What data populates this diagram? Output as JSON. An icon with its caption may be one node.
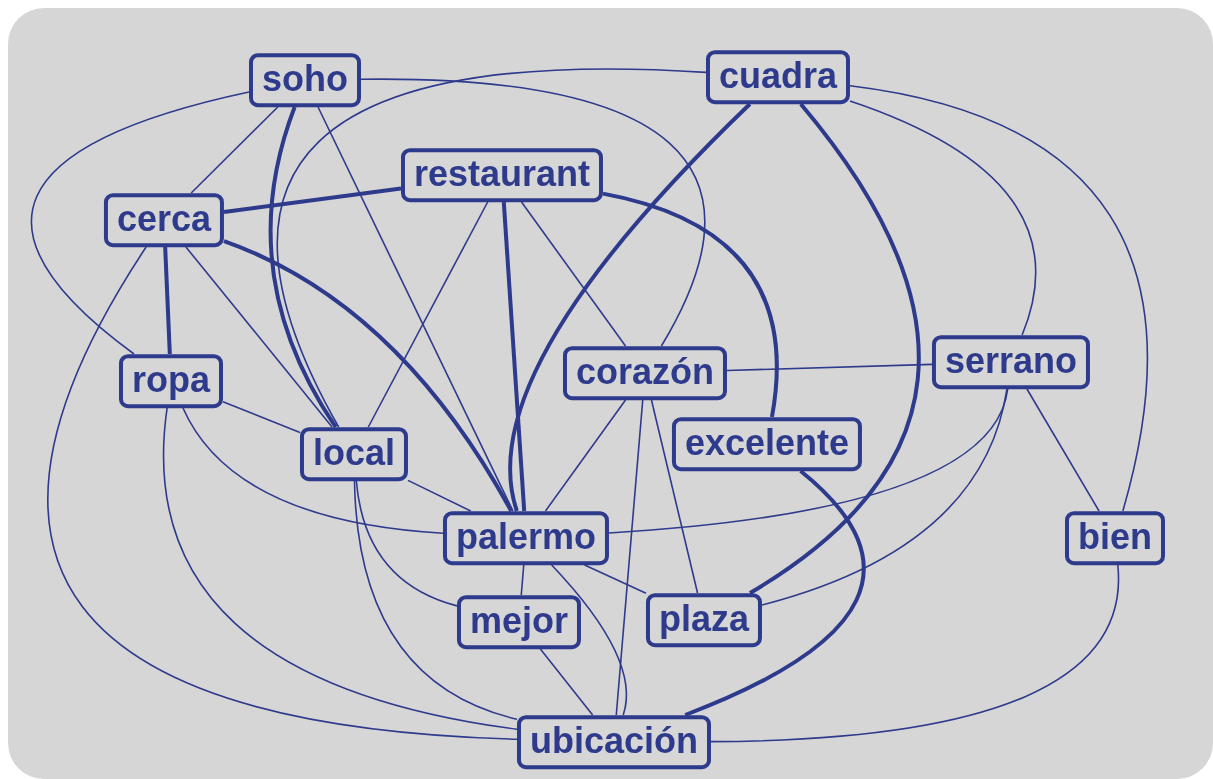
{
  "diagram": {
    "nodes": [
      {
        "text": [
          "soho"
        ]
      },
      {
        "text": [
          "cuadra"
        ]
      },
      {
        "text": [
          "restaurant"
        ]
      },
      {
        "text": [
          "cerca"
        ]
      },
      {
        "text": [
          "corazón"
        ]
      },
      {
        "text": [
          "serrano"
        ]
      },
      {
        "text": [
          "ropa"
        ]
      },
      {
        "text": [
          "local"
        ]
      },
      {
        "text": [
          "excelente"
        ]
      },
      {
        "text": [
          "palermo"
        ]
      },
      {
        "text": [
          "bien"
        ]
      },
      {
        "text": [
          "mejor"
        ]
      },
      {
        "text": [
          "plaza"
        ]
      },
      {
        "text": [
          "ubicación"
        ]
      }
    ],
    "edges": [
      {
        "from": 0,
        "to": 6,
        "arrow": "none"
      },
      {
        "from": 0,
        "to": 3,
        "arrow": "none"
      },
      {
        "from": 0,
        "to": 7,
        "arrow": "none",
        "style": "thick"
      },
      {
        "from": 0,
        "to": 9,
        "arrow": "none"
      },
      {
        "from": 0,
        "to": 4,
        "arrow": "none"
      },
      {
        "from": 1,
        "to": 7,
        "arrow": "none"
      },
      {
        "from": 1,
        "to": 9,
        "arrow": "none",
        "style": "thick"
      },
      {
        "from": 1,
        "to": 12,
        "arrow": "none",
        "style": "thick"
      },
      {
        "from": 1,
        "to": 5,
        "arrow": "none"
      },
      {
        "from": 1,
        "to": 10,
        "arrow": "none"
      },
      {
        "from": 2,
        "to": 3,
        "arrow": "none",
        "style": "thick"
      },
      {
        "from": 2,
        "to": 7,
        "arrow": "none"
      },
      {
        "from": 2,
        "to": 9,
        "arrow": "none",
        "style": "thick"
      },
      {
        "from": 2,
        "to": 4,
        "arrow": "none"
      },
      {
        "from": 2,
        "to": 8,
        "arrow": "none",
        "style": "thick"
      },
      {
        "from": 3,
        "to": 6,
        "arrow": "none",
        "style": "thick"
      },
      {
        "from": 3,
        "to": 7,
        "arrow": "none"
      },
      {
        "from": 3,
        "to": 9,
        "arrow": "none",
        "style": "thick"
      },
      {
        "from": 3,
        "to": 13,
        "arrow": "none"
      },
      {
        "from": 6,
        "to": 7,
        "arrow": "none"
      },
      {
        "from": 6,
        "to": 9,
        "arrow": "none"
      },
      {
        "from": 6,
        "to": 13,
        "arrow": "none"
      },
      {
        "from": 7,
        "to": 9,
        "arrow": "none"
      },
      {
        "from": 7,
        "to": 11,
        "arrow": "none"
      },
      {
        "from": 7,
        "to": 13,
        "arrow": "none"
      },
      {
        "from": 4,
        "to": 5,
        "arrow": "none"
      },
      {
        "from": 4,
        "to": 9,
        "arrow": "none"
      },
      {
        "from": 4,
        "to": 12,
        "arrow": "none"
      },
      {
        "from": 4,
        "to": 13,
        "arrow": "none"
      },
      {
        "from": 5,
        "to": 9,
        "arrow": "none"
      },
      {
        "from": 5,
        "to": 12,
        "arrow": "none"
      },
      {
        "from": 5,
        "to": 10,
        "arrow": "none"
      },
      {
        "from": 8,
        "to": 13,
        "arrow": "none",
        "style": "thick"
      },
      {
        "from": 9,
        "to": 11,
        "arrow": "none"
      },
      {
        "from": 9,
        "to": 12,
        "arrow": "none"
      },
      {
        "from": 9,
        "to": 13,
        "arrow": "none"
      },
      {
        "from": 11,
        "to": 13,
        "arrow": "none"
      },
      {
        "from": 10,
        "to": 13,
        "arrow": "none"
      }
    ]
  }
}
